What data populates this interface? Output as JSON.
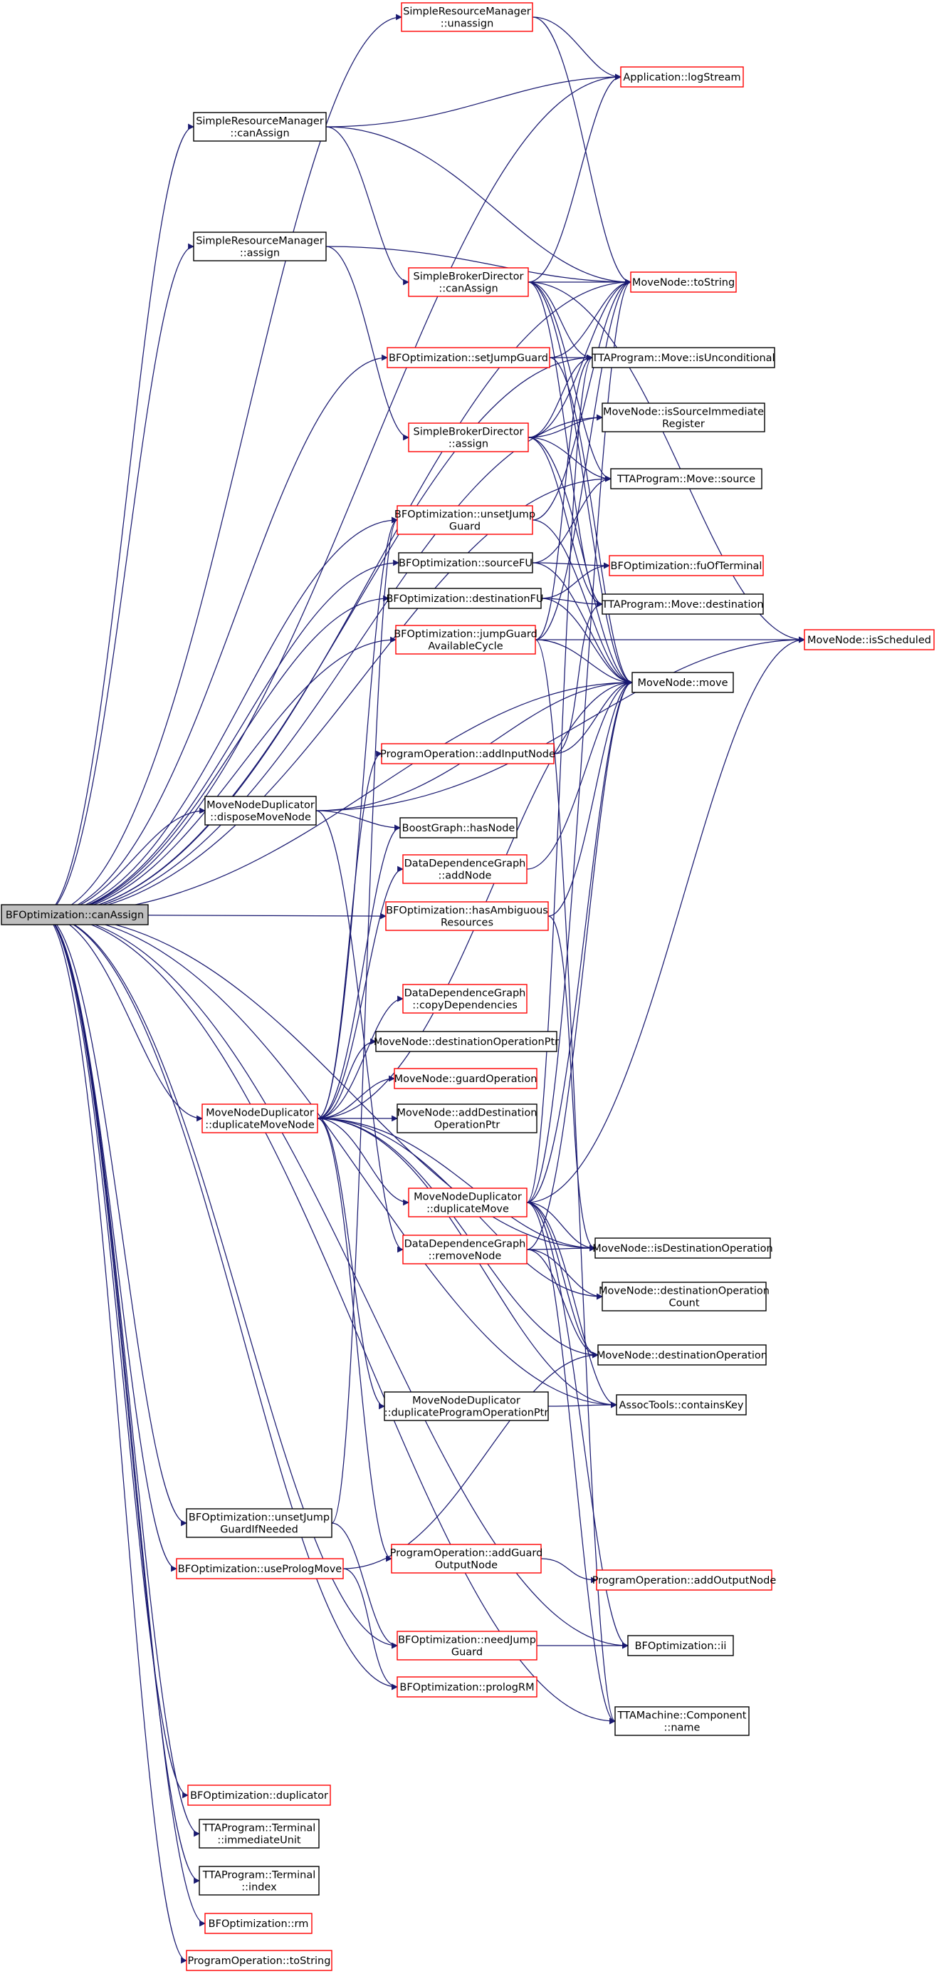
{
  "colors": {
    "edge": "#191970",
    "documented_border": "#000000",
    "undocumented_border": "#ff0000",
    "root_fill": "#bfbfbf",
    "node_fill": "#ffffff"
  },
  "root": "root",
  "nodes": [
    {
      "id": "root",
      "lines": [
        "BFOptimization::canAssign"
      ],
      "style": "root"
    },
    {
      "id": "srm_unassign",
      "lines": [
        "SimpleResourceManager",
        "::unassign"
      ],
      "style": "red"
    },
    {
      "id": "app_log",
      "lines": [
        "Application::logStream"
      ],
      "style": "red"
    },
    {
      "id": "srm_canassign",
      "lines": [
        "SimpleResourceManager",
        "::canAssign"
      ],
      "style": "black"
    },
    {
      "id": "srm_assign",
      "lines": [
        "SimpleResourceManager",
        "::assign"
      ],
      "style": "black"
    },
    {
      "id": "sbd_canassign",
      "lines": [
        "SimpleBrokerDirector",
        "::canAssign"
      ],
      "style": "red"
    },
    {
      "id": "mn_tostring",
      "lines": [
        "MoveNode::toString"
      ],
      "style": "red"
    },
    {
      "id": "bfo_setjg",
      "lines": [
        "BFOptimization::setJumpGuard"
      ],
      "style": "red"
    },
    {
      "id": "move_isuncond",
      "lines": [
        "TTAProgram::Move::isUnconditional"
      ],
      "style": "black"
    },
    {
      "id": "mn_issrcimm",
      "lines": [
        "MoveNode::isSourceImmediate",
        "Register"
      ],
      "style": "black"
    },
    {
      "id": "sbd_assign",
      "lines": [
        "SimpleBrokerDirector",
        "::assign"
      ],
      "style": "red"
    },
    {
      "id": "move_source",
      "lines": [
        "TTAProgram::Move::source"
      ],
      "style": "black"
    },
    {
      "id": "bfo_unsetjg",
      "lines": [
        "BFOptimization::unsetJump",
        "Guard"
      ],
      "style": "red"
    },
    {
      "id": "bfo_sourcefu",
      "lines": [
        "BFOptimization::sourceFU"
      ],
      "style": "black"
    },
    {
      "id": "bfo_fuofterm",
      "lines": [
        "BFOptimization::fuOfTerminal"
      ],
      "style": "red"
    },
    {
      "id": "bfo_destfu",
      "lines": [
        "BFOptimization::destinationFU"
      ],
      "style": "black"
    },
    {
      "id": "move_dest",
      "lines": [
        "TTAProgram::Move::destination"
      ],
      "style": "black"
    },
    {
      "id": "bfo_jgavail",
      "lines": [
        "BFOptimization::jumpGuard",
        "AvailableCycle"
      ],
      "style": "red"
    },
    {
      "id": "mn_issched",
      "lines": [
        "MoveNode::isScheduled"
      ],
      "style": "red"
    },
    {
      "id": "mn_move",
      "lines": [
        "MoveNode::move"
      ],
      "style": "black"
    },
    {
      "id": "po_addinput",
      "lines": [
        "ProgramOperation::addInputNode"
      ],
      "style": "red"
    },
    {
      "id": "mnd_dispose",
      "lines": [
        "MoveNodeDuplicator",
        "::disposeMoveNode"
      ],
      "style": "black"
    },
    {
      "id": "bg_hasnode",
      "lines": [
        "BoostGraph::hasNode"
      ],
      "style": "black"
    },
    {
      "id": "ddg_addnode",
      "lines": [
        "DataDependenceGraph",
        "::addNode"
      ],
      "style": "red"
    },
    {
      "id": "bfo_hasamb",
      "lines": [
        "BFOptimization::hasAmbiguous",
        "Resources"
      ],
      "style": "red"
    },
    {
      "id": "ddg_copydeps",
      "lines": [
        "DataDependenceGraph",
        "::copyDependencies"
      ],
      "style": "red"
    },
    {
      "id": "mn_destopptr",
      "lines": [
        "MoveNode::destinationOperationPtr"
      ],
      "style": "black"
    },
    {
      "id": "mn_guardop",
      "lines": [
        "MoveNode::guardOperation"
      ],
      "style": "red"
    },
    {
      "id": "mnd_dupmovenode",
      "lines": [
        "MoveNodeDuplicator",
        "::duplicateMoveNode"
      ],
      "style": "red"
    },
    {
      "id": "mn_adddestop",
      "lines": [
        "MoveNode::addDestination",
        "OperationPtr"
      ],
      "style": "black"
    },
    {
      "id": "mnd_dupmove",
      "lines": [
        "MoveNodeDuplicator",
        "::duplicateMove"
      ],
      "style": "red"
    },
    {
      "id": "mn_isdestop",
      "lines": [
        "MoveNode::isDestinationOperation"
      ],
      "style": "black"
    },
    {
      "id": "ddg_removenode",
      "lines": [
        "DataDependenceGraph",
        "::removeNode"
      ],
      "style": "red"
    },
    {
      "id": "mn_destopcount",
      "lines": [
        "MoveNode::destinationOperation",
        "Count"
      ],
      "style": "black"
    },
    {
      "id": "mn_destop",
      "lines": [
        "MoveNode::destinationOperation"
      ],
      "style": "black"
    },
    {
      "id": "mnd_dupprogop",
      "lines": [
        "MoveNodeDuplicator",
        "::duplicateProgramOperationPtr"
      ],
      "style": "black"
    },
    {
      "id": "assoc_contains",
      "lines": [
        "AssocTools::containsKey"
      ],
      "style": "black"
    },
    {
      "id": "bfo_unsetjgifneeded",
      "lines": [
        "BFOptimization::unsetJump",
        "GuardIfNeeded"
      ],
      "style": "black"
    },
    {
      "id": "bfo_useprolog",
      "lines": [
        "BFOptimization::usePrologMove"
      ],
      "style": "red"
    },
    {
      "id": "po_addguard",
      "lines": [
        "ProgramOperation::addGuard",
        "OutputNode"
      ],
      "style": "red"
    },
    {
      "id": "po_addoutput",
      "lines": [
        "ProgramOperation::addOutputNode"
      ],
      "style": "red"
    },
    {
      "id": "bfo_needjg",
      "lines": [
        "BFOptimization::needJump",
        "Guard"
      ],
      "style": "red"
    },
    {
      "id": "bfo_ii",
      "lines": [
        "BFOptimization::ii"
      ],
      "style": "black"
    },
    {
      "id": "bfo_prologrm",
      "lines": [
        "BFOptimization::prologRM"
      ],
      "style": "red"
    },
    {
      "id": "comp_name",
      "lines": [
        "TTAMachine::Component",
        "::name"
      ],
      "style": "black"
    },
    {
      "id": "bfo_duplicator",
      "lines": [
        "BFOptimization::duplicator"
      ],
      "style": "red"
    },
    {
      "id": "term_immunit",
      "lines": [
        "TTAProgram::Terminal",
        "::immediateUnit"
      ],
      "style": "black"
    },
    {
      "id": "term_index",
      "lines": [
        "TTAProgram::Terminal",
        "::index"
      ],
      "style": "black"
    },
    {
      "id": "bfo_rm",
      "lines": [
        "BFOptimization::rm"
      ],
      "style": "red"
    },
    {
      "id": "po_tostring",
      "lines": [
        "ProgramOperation::toString"
      ],
      "style": "red"
    }
  ],
  "edges": [
    [
      "root",
      "srm_unassign"
    ],
    [
      "root",
      "srm_canassign"
    ],
    [
      "root",
      "srm_assign"
    ],
    [
      "root",
      "app_log"
    ],
    [
      "root",
      "mn_tostring"
    ],
    [
      "root",
      "bfo_setjg"
    ],
    [
      "root",
      "move_isuncond"
    ],
    [
      "root",
      "mn_issrcimm"
    ],
    [
      "root",
      "move_source"
    ],
    [
      "root",
      "bfo_unsetjg"
    ],
    [
      "root",
      "bfo_sourcefu"
    ],
    [
      "root",
      "bfo_destfu"
    ],
    [
      "root",
      "bfo_jgavail"
    ],
    [
      "root",
      "mn_move"
    ],
    [
      "root",
      "mnd_dispose"
    ],
    [
      "root",
      "bfo_hasamb"
    ],
    [
      "root",
      "mnd_dupmovenode"
    ],
    [
      "root",
      "bfo_unsetjgifneeded"
    ],
    [
      "root",
      "bfo_useprolog"
    ],
    [
      "root",
      "bfo_needjg"
    ],
    [
      "root",
      "bfo_prologrm"
    ],
    [
      "root",
      "bfo_ii"
    ],
    [
      "root",
      "comp_name"
    ],
    [
      "root",
      "assoc_contains"
    ],
    [
      "root",
      "mn_isdestop"
    ],
    [
      "root",
      "bfo_duplicator"
    ],
    [
      "root",
      "term_immunit"
    ],
    [
      "root",
      "term_index"
    ],
    [
      "root",
      "bfo_rm"
    ],
    [
      "root",
      "po_tostring"
    ],
    [
      "srm_unassign",
      "app_log"
    ],
    [
      "srm_unassign",
      "mn_tostring"
    ],
    [
      "srm_canassign",
      "app_log"
    ],
    [
      "srm_canassign",
      "mn_tostring"
    ],
    [
      "srm_canassign",
      "sbd_canassign"
    ],
    [
      "srm_assign",
      "mn_tostring"
    ],
    [
      "srm_assign",
      "sbd_assign"
    ],
    [
      "sbd_canassign",
      "app_log"
    ],
    [
      "sbd_canassign",
      "mn_tostring"
    ],
    [
      "sbd_canassign",
      "mn_issched"
    ],
    [
      "sbd_canassign",
      "move_isuncond"
    ],
    [
      "sbd_canassign",
      "move_source"
    ],
    [
      "sbd_canassign",
      "move_dest"
    ],
    [
      "sbd_canassign",
      "mn_move"
    ],
    [
      "bfo_setjg",
      "mn_tostring"
    ],
    [
      "bfo_setjg",
      "move_isuncond"
    ],
    [
      "bfo_setjg",
      "mn_move"
    ],
    [
      "sbd_assign",
      "mn_tostring"
    ],
    [
      "sbd_assign",
      "move_isuncond"
    ],
    [
      "sbd_assign",
      "mn_issrcimm"
    ],
    [
      "sbd_assign",
      "move_source"
    ],
    [
      "sbd_assign",
      "move_dest"
    ],
    [
      "sbd_assign",
      "mn_move"
    ],
    [
      "bfo_unsetjg",
      "mn_tostring"
    ],
    [
      "bfo_unsetjg",
      "mn_move"
    ],
    [
      "bfo_sourcefu",
      "move_source"
    ],
    [
      "bfo_sourcefu",
      "bfo_fuofterm"
    ],
    [
      "bfo_sourcefu",
      "mn_move"
    ],
    [
      "bfo_destfu",
      "move_dest"
    ],
    [
      "bfo_destfu",
      "bfo_fuofterm"
    ],
    [
      "bfo_destfu",
      "mn_move"
    ],
    [
      "bfo_jgavail",
      "mn_tostring"
    ],
    [
      "bfo_jgavail",
      "move_isuncond"
    ],
    [
      "bfo_jgavail",
      "mn_issched"
    ],
    [
      "bfo_jgavail",
      "mn_move"
    ],
    [
      "bfo_jgavail",
      "comp_name"
    ],
    [
      "po_addinput",
      "mn_move"
    ],
    [
      "po_addinput",
      "move_dest"
    ],
    [
      "mnd_dispose",
      "mn_move"
    ],
    [
      "mnd_dispose",
      "mn_issched"
    ],
    [
      "mnd_dispose",
      "bg_hasnode"
    ],
    [
      "mnd_dispose",
      "ddg_removenode"
    ],
    [
      "ddg_addnode",
      "mn_move"
    ],
    [
      "bfo_hasamb",
      "mn_move"
    ],
    [
      "bfo_hasamb",
      "mn_isdestop"
    ],
    [
      "mnd_dupmovenode",
      "bfo_unsetjg"
    ],
    [
      "mnd_dupmovenode",
      "po_addinput"
    ],
    [
      "mnd_dupmovenode",
      "bg_hasnode"
    ],
    [
      "mnd_dupmovenode",
      "ddg_addnode"
    ],
    [
      "mnd_dupmovenode",
      "mn_move"
    ],
    [
      "mnd_dupmovenode",
      "ddg_copydeps"
    ],
    [
      "mnd_dupmovenode",
      "mn_destopptr"
    ],
    [
      "mnd_dupmovenode",
      "mn_guardop"
    ],
    [
      "mnd_dupmovenode",
      "mn_adddestop"
    ],
    [
      "mnd_dupmovenode",
      "mnd_dupmove"
    ],
    [
      "mnd_dupmovenode",
      "mn_isdestop"
    ],
    [
      "mnd_dupmovenode",
      "mn_destopcount"
    ],
    [
      "mnd_dupmovenode",
      "mn_destop"
    ],
    [
      "mnd_dupmovenode",
      "mnd_dupprogop"
    ],
    [
      "mnd_dupmovenode",
      "po_addguard"
    ],
    [
      "mnd_dupmovenode",
      "assoc_contains"
    ],
    [
      "mnd_dupmove",
      "mn_tostring"
    ],
    [
      "mnd_dupmove",
      "move_isuncond"
    ],
    [
      "mnd_dupmove",
      "mn_issched"
    ],
    [
      "mnd_dupmove",
      "mn_move"
    ],
    [
      "mnd_dupmove",
      "mn_isdestop"
    ],
    [
      "mnd_dupmove",
      "mn_destop"
    ],
    [
      "mnd_dupmove",
      "assoc_contains"
    ],
    [
      "mnd_dupmove",
      "bfo_ii"
    ],
    [
      "mnd_dupmove",
      "comp_name"
    ],
    [
      "ddg_removenode",
      "mn_move"
    ],
    [
      "ddg_removenode",
      "mn_isdestop"
    ],
    [
      "ddg_removenode",
      "mn_destopcount"
    ],
    [
      "ddg_removenode",
      "mn_destop"
    ],
    [
      "mnd_dupprogop",
      "assoc_contains"
    ],
    [
      "bfo_unsetjgifneeded",
      "bfo_unsetjg"
    ],
    [
      "bfo_unsetjgifneeded",
      "bfo_needjg"
    ],
    [
      "bfo_useprolog",
      "bfo_prologrm"
    ],
    [
      "bfo_useprolog",
      "mn_destop"
    ],
    [
      "po_addguard",
      "po_addoutput"
    ],
    [
      "bfo_needjg",
      "bfo_ii"
    ]
  ]
}
